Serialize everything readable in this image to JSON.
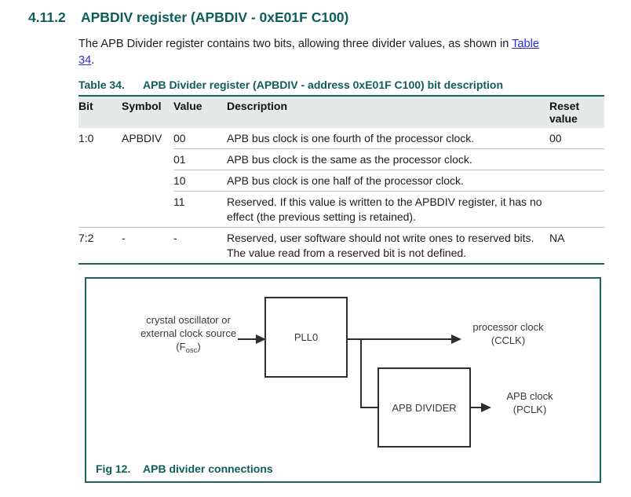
{
  "colors": {
    "accent_teal": "#0d5e59",
    "table_border_teal": "#1a665f",
    "row_separator": "#b8c7c3",
    "header_bg": "#e5e9e7",
    "link_blue": "#2b2bdf",
    "diagram_line": "#2e2e2e"
  },
  "heading": {
    "number": "4.11.2",
    "title": "APBDIV register (APBDIV - 0xE01F C100)"
  },
  "paragraph": {
    "text_before_link": "The APB Divider register contains two bits, allowing three divider values, as shown in ",
    "link_text": "Table 34",
    "text_after_link": "."
  },
  "table": {
    "caption_label": "Table 34.",
    "caption_title": "APB Divider register (APBDIV - address 0xE01F C100) bit description",
    "columns": {
      "bit": "Bit",
      "symbol": "Symbol",
      "value": "Value",
      "description": "Description",
      "reset": "Reset value"
    },
    "rows": [
      {
        "bit": "1:0",
        "symbol": "APBDIV",
        "value": "00",
        "description": "APB bus clock is one fourth of the processor clock.",
        "reset": "00"
      },
      {
        "bit": "",
        "symbol": "",
        "value": "01",
        "description": "APB bus clock is the same as the processor clock.",
        "reset": ""
      },
      {
        "bit": "",
        "symbol": "",
        "value": "10",
        "description": "APB bus clock is one half of the processor clock.",
        "reset": ""
      },
      {
        "bit": "",
        "symbol": "",
        "value": "11",
        "description": "Reserved. If this value is written to the APBDIV register, it has no effect (the previous setting is retained).",
        "reset": ""
      },
      {
        "bit": "7:2",
        "symbol": "-",
        "value": "-",
        "description": "Reserved, user software should not write ones to reserved bits. The value read from a reserved bit is not defined.",
        "reset": "NA"
      }
    ]
  },
  "figure": {
    "source_line1": "crystal oscillator or",
    "source_line2": "external clock source",
    "source_line3_pre": "(F",
    "source_line3_sub": "osc",
    "source_line3_post": ")",
    "pll_box_label": "PLL0",
    "apb_box_label": "APB DIVIDER",
    "cclk_line1": "processor clock",
    "cclk_line2": "(CCLK)",
    "pclk_line1": "APB clock",
    "pclk_line2": "(PCLK)",
    "caption_label": "Fig 12.",
    "caption_title": "APB divider connections"
  }
}
